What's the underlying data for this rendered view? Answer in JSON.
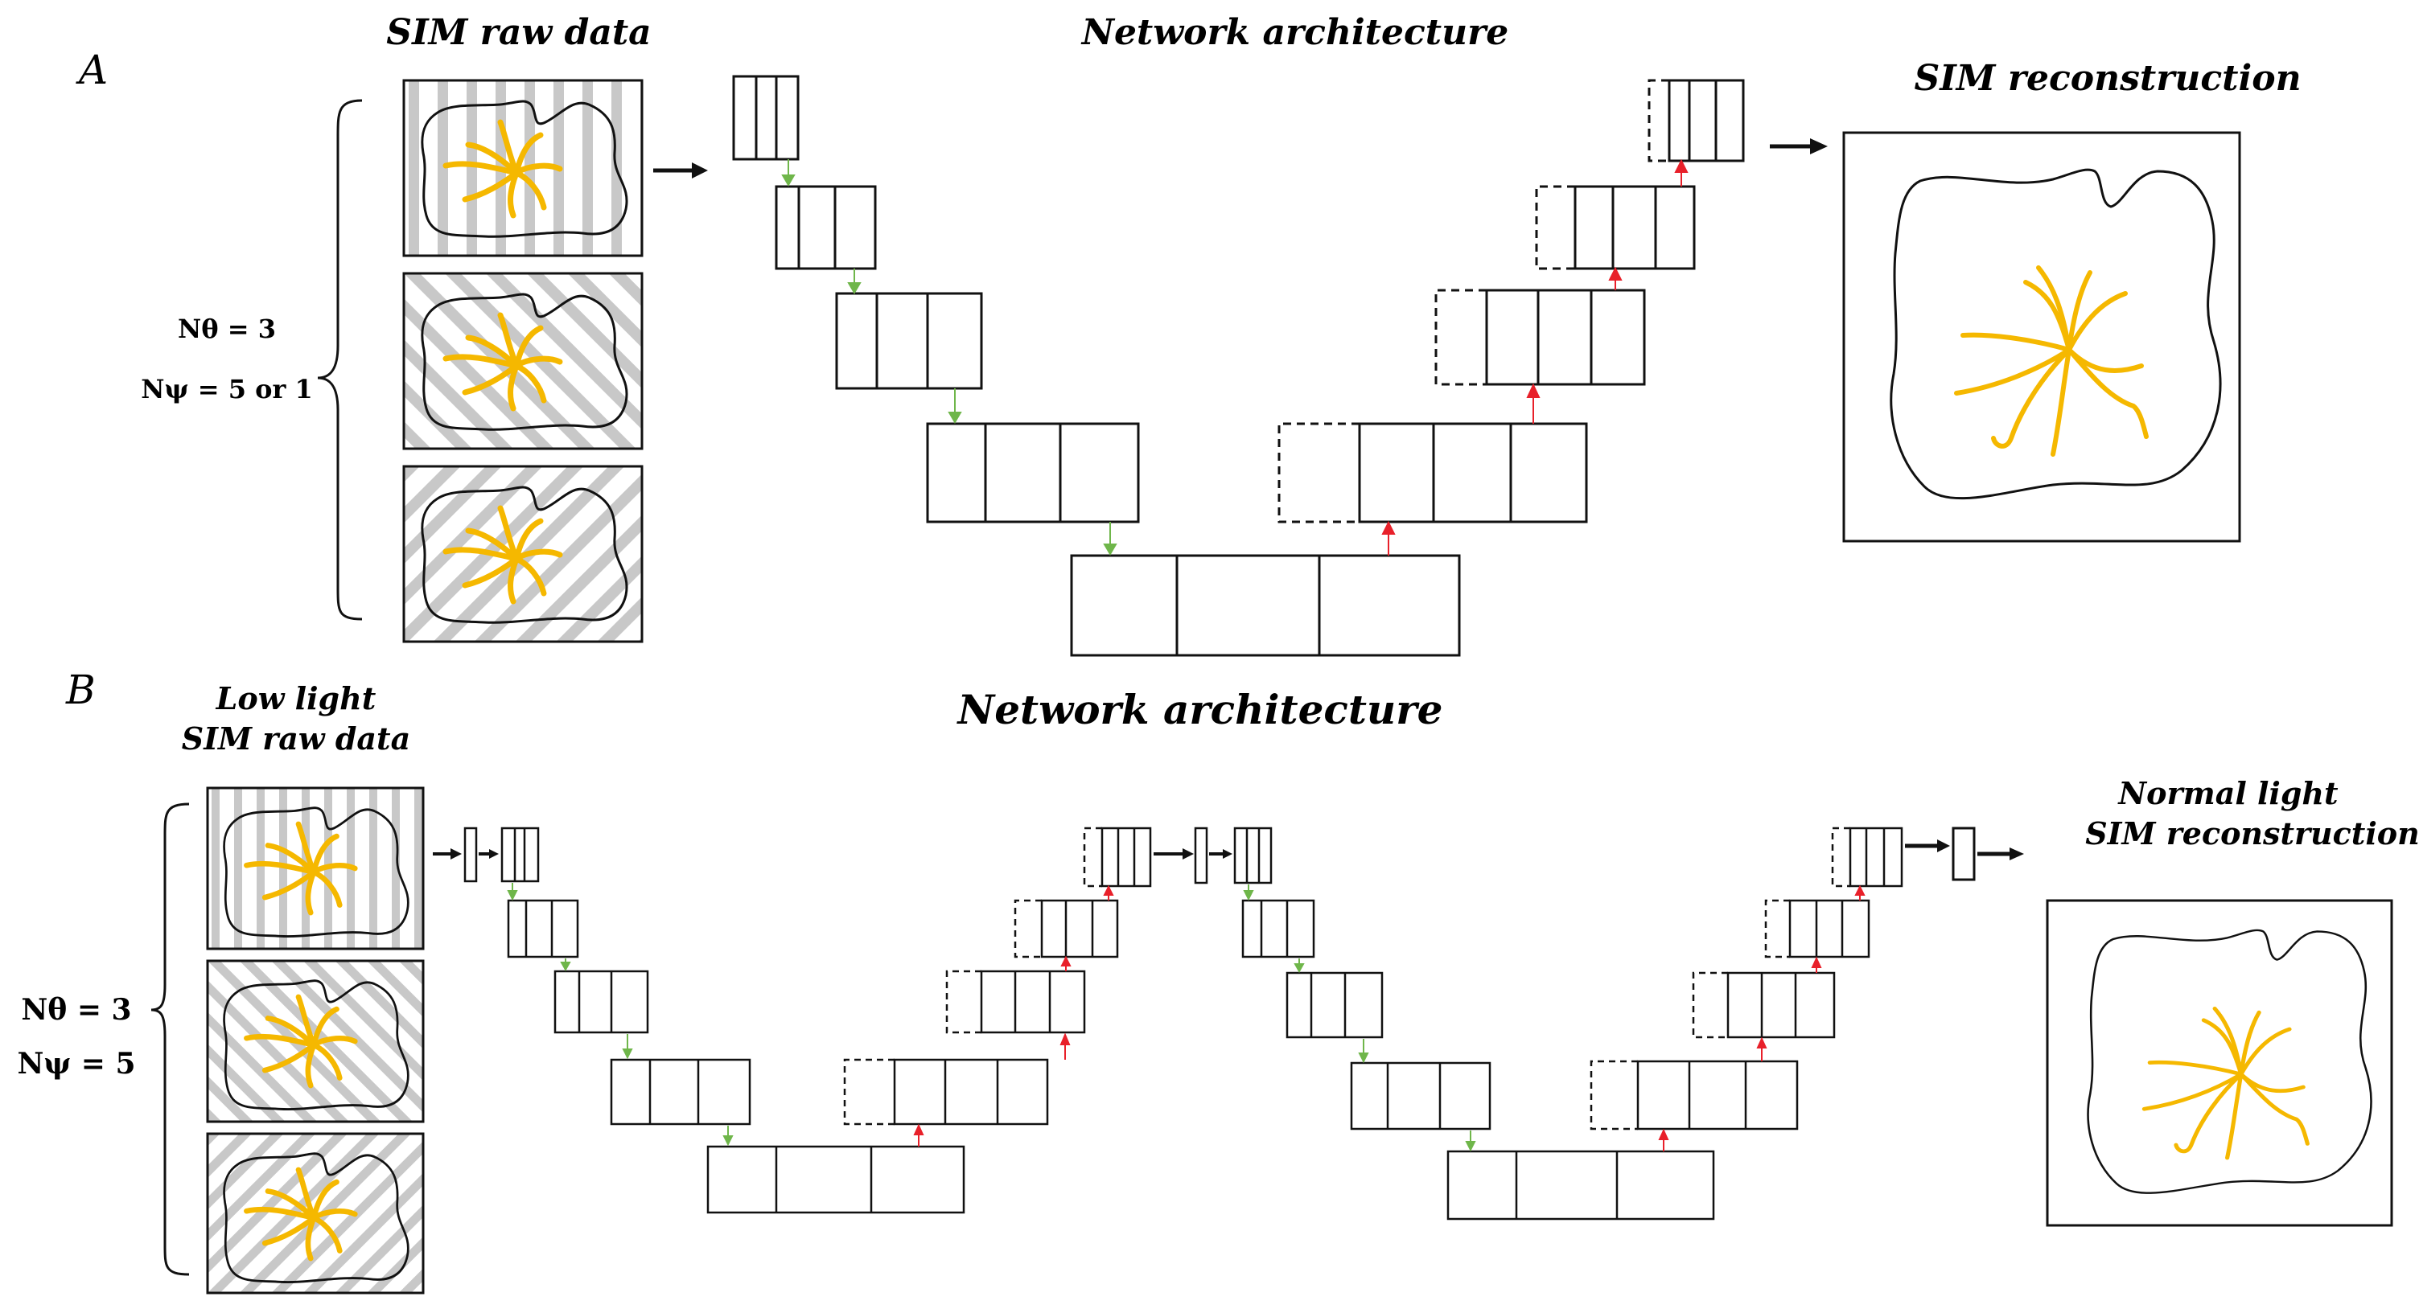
{
  "panel_a": {
    "letter": "A",
    "raw_title": "SIM raw data",
    "net_title": "Network architecture",
    "recon_title": "SIM reconstruction",
    "n_theta": "Nθ = 3",
    "n_psi": "Nψ = 5 or 1"
  },
  "panel_b": {
    "letter": "B",
    "raw_title_line1": "Low light",
    "raw_title_line2": "SIM raw data",
    "net_title": "Network architecture",
    "recon_title_line1": "Normal light",
    "recon_title_line2": "SIM reconstruction",
    "n_theta": "Nθ = 3",
    "n_psi": "Nψ = 5"
  },
  "colors": {
    "neuron": "#f5b800",
    "stripe": "#c8c8c8",
    "down_arrow": "#6fb64a",
    "up_arrow": "#e8202a",
    "outline": "#111111"
  }
}
